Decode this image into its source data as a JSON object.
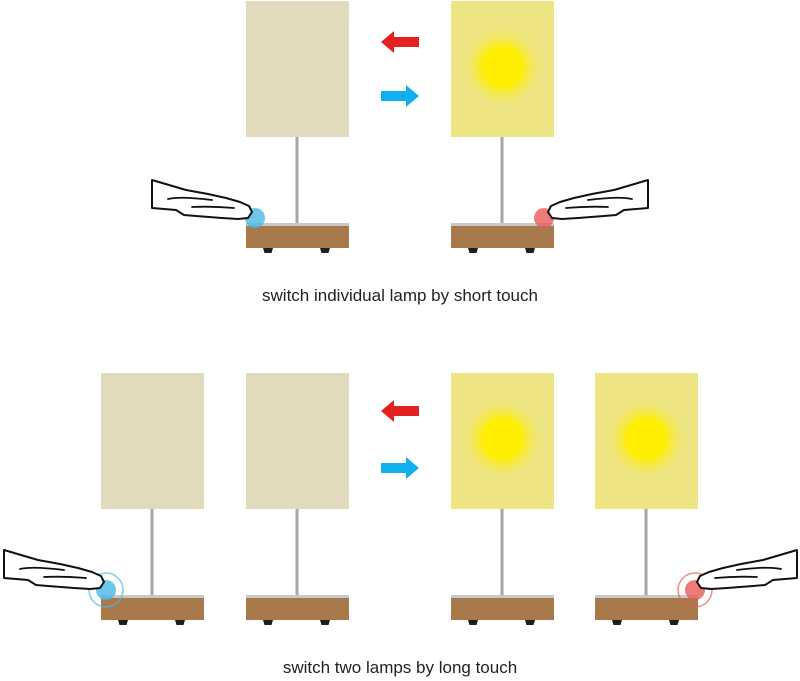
{
  "colors": {
    "shade_off": "#e2dabc",
    "shade_on": "#ede583",
    "glow_center": "#ffee00",
    "stem": "#a6a6a6",
    "base": "#a8794a",
    "base_top": "#c8c8c8",
    "feet": "#1e1e1e",
    "arrow_left": "#e52020",
    "arrow_right": "#10b0ee",
    "touch_off": "#4ab8e6",
    "touch_on": "#ea5a5a",
    "hand_stroke": "#111111",
    "hand_fill": "#ffffff"
  },
  "icons": {
    "hand": "hand-pointing-icon",
    "arrow_on": "arrow-left-icon",
    "arrow_off": "arrow-right-icon"
  },
  "scenarios": [
    {
      "id": "short",
      "caption": "switch individual lamp by short touch",
      "touch": "short",
      "states": [
        {
          "state": "off",
          "lamps": 1,
          "touched_lamp": 1,
          "hand_from": "left"
        },
        {
          "state": "on",
          "lamps": 1,
          "touched_lamp": 1,
          "hand_from": "right"
        }
      ]
    },
    {
      "id": "long",
      "caption": "switch two lamps by long touch",
      "touch": "long",
      "states": [
        {
          "state": "off",
          "lamps": 2,
          "touched_lamp": 1,
          "hand_from": "left"
        },
        {
          "state": "on",
          "lamps": 2,
          "touched_lamp": 2,
          "hand_from": "right"
        }
      ]
    }
  ]
}
